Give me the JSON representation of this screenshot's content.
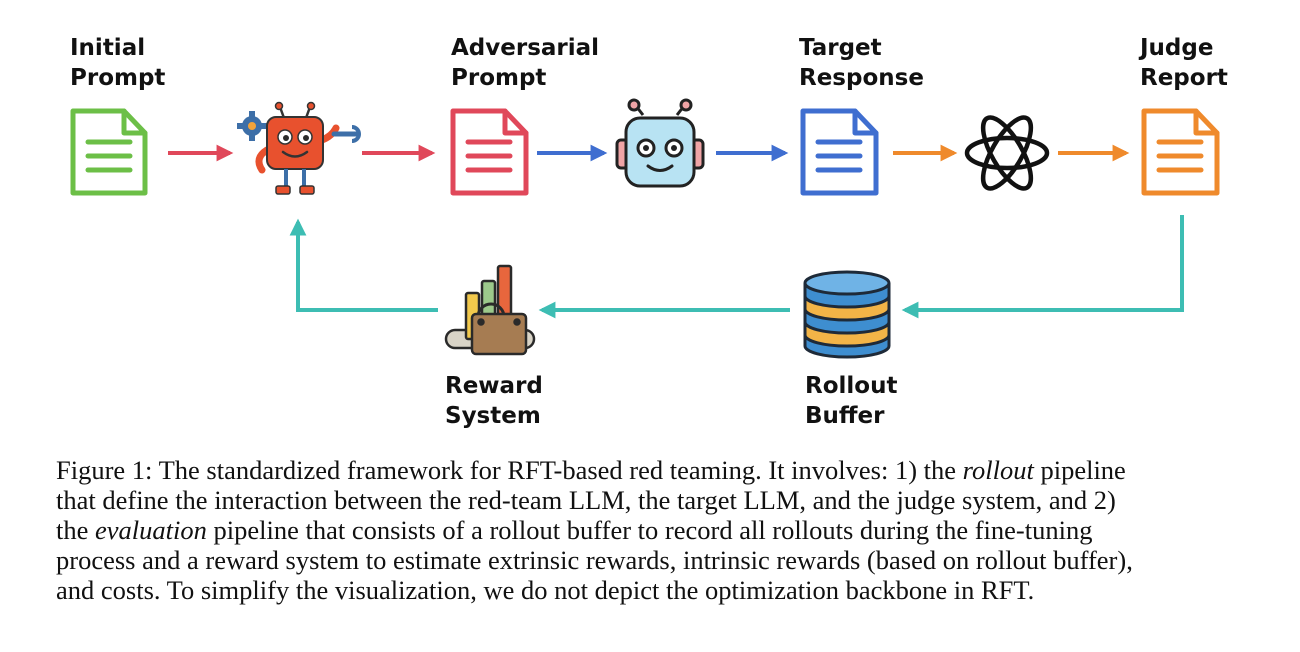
{
  "colors": {
    "green": "#6cbf47",
    "red": "#e0485a",
    "blue": "#3f6ed0",
    "orange": "#ef8a2c",
    "teal": "#3dbdb3"
  },
  "nodes": {
    "initial_prompt": {
      "line1": "Initial",
      "line2": "Prompt",
      "icon": "document-icon"
    },
    "red_team_llm": {
      "icon": "red-robot-with-tools-icon"
    },
    "adversarial_prompt": {
      "line1": "Adversarial",
      "line2": "Prompt",
      "icon": "document-icon"
    },
    "target_llm": {
      "icon": "robot-head-icon"
    },
    "target_response": {
      "line1": "Target",
      "line2": "Response",
      "icon": "document-icon"
    },
    "judge": {
      "icon": "openai-logo-icon"
    },
    "judge_report": {
      "line1": "Judge",
      "line2": "Report",
      "icon": "document-icon"
    },
    "rollout_buffer": {
      "line1": "Rollout",
      "line2": "Buffer",
      "icon": "database-icon"
    },
    "reward_system": {
      "line1": "Reward",
      "line2": "System",
      "icon": "shopping-bag-chart-icon"
    }
  },
  "caption": {
    "lines": [
      [
        {
          "text": "Figure 1: The standardized framework for RFT-based red teaming. It involves: 1) the "
        },
        {
          "text": "rollout",
          "italic": true
        },
        {
          "text": " pipeline"
        }
      ],
      [
        {
          "text": "that define the interaction between the red-team LLM, the target LLM, and the judge system, and 2)"
        }
      ],
      [
        {
          "text": "the "
        },
        {
          "text": "evaluation",
          "italic": true
        },
        {
          "text": " pipeline that consists of a rollout buffer to record all rollouts during the fine-tuning"
        }
      ],
      [
        {
          "text": "process and a reward system to estimate extrinsic rewards, intrinsic rewards (based on rollout buffer),"
        }
      ],
      [
        {
          "text": "and costs. To simplify the visualization, we do not depict the optimization backbone in RFT."
        }
      ]
    ]
  }
}
